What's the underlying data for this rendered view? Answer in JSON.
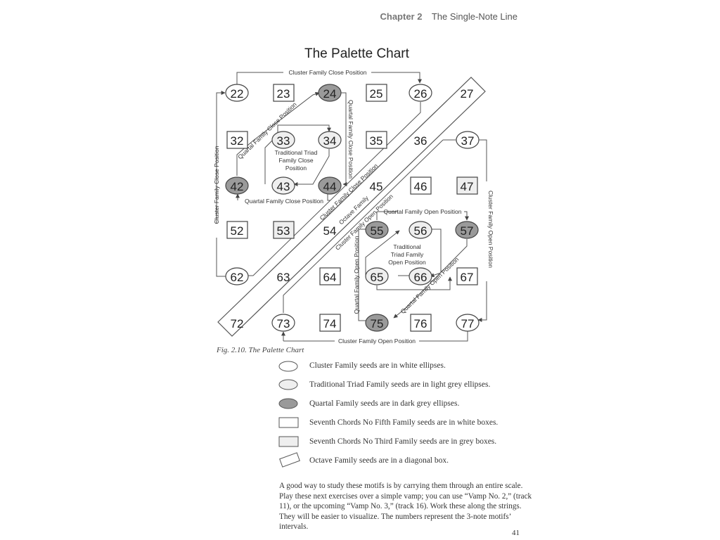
{
  "header": {
    "chapter": "Chapter 2",
    "section": "The Single-Note Line"
  },
  "title": "The Palette Chart",
  "cells": {
    "r22": "22",
    "r23": "23",
    "r24": "24",
    "r25": "25",
    "r26": "26",
    "r27": "27",
    "r32": "32",
    "r33": "33",
    "r34": "34",
    "r35": "35",
    "r36": "36",
    "r37": "37",
    "r42": "42",
    "r43": "43",
    "r44": "44",
    "r45": "45",
    "r46": "46",
    "r47": "47",
    "r52": "52",
    "r53": "53",
    "r54": "54",
    "r55": "55",
    "r56": "56",
    "r57": "57",
    "r62": "62",
    "r63": "63",
    "r64": "64",
    "r65": "65",
    "r66": "66",
    "r67": "67",
    "r72": "72",
    "r73": "73",
    "r74": "74",
    "r75": "75",
    "r76": "76",
    "r77": "77"
  },
  "labels": {
    "cluster_close_top": "Cluster Family Close Position",
    "cluster_close_left": "Cluster Family Close Position",
    "quartal_close_diag": "Quartal Family Close Position",
    "quartal_close_vert": "Quartal Family Close Position",
    "quartal_close_bottom": "Quartal Family Close Position",
    "triad_close_1": "Traditional Triad",
    "triad_close_2": "Family Close",
    "triad_close_3": "Position",
    "cluster_close_diag": "Cluster Family Close Position",
    "octave_family": "Octave Family",
    "cluster_open_diag": "Cluster Family Open Position",
    "cluster_open_right": "Cluster Family Open Position",
    "quartal_open_top": "Quartal Family Open Position",
    "triad_open_1": "Traditional",
    "triad_open_2": "Triad Family",
    "triad_open_3": "Open Position",
    "quartal_open_vert": "Quartal Family Open Position",
    "quartal_open_diag": "Quartal Family Open Position",
    "cluster_open_bottom": "Cluster Family Open Position"
  },
  "fig_caption": "Fig. 2.10. The Palette Chart",
  "legend": [
    "Cluster Family seeds are in white ellipses.",
    "Traditional Triad Family seeds are in light grey ellipses.",
    "Quartal Family seeds are in dark grey ellipses.",
    "Seventh Chords No Fifth Family seeds are in white boxes.",
    "Seventh Chords No Third Family seeds are in grey boxes.",
    "Octave Family seeds are in a diagonal box."
  ],
  "paragraph": "A good way to study these motifs is by carrying them through an entire scale. Play these next exercises over a simple vamp; you can use “Vamp No. 2,” (track 11), or the upcoming “Vamp No. 3,” (track 16). Work these along the strings. They will be easier to visualize. The numbers represent the 3-note motifs’ intervals.",
  "page_number": "41",
  "colors": {
    "dark_grey": "#9a9a9a",
    "light_grey": "#efefef",
    "line": "#555555"
  }
}
